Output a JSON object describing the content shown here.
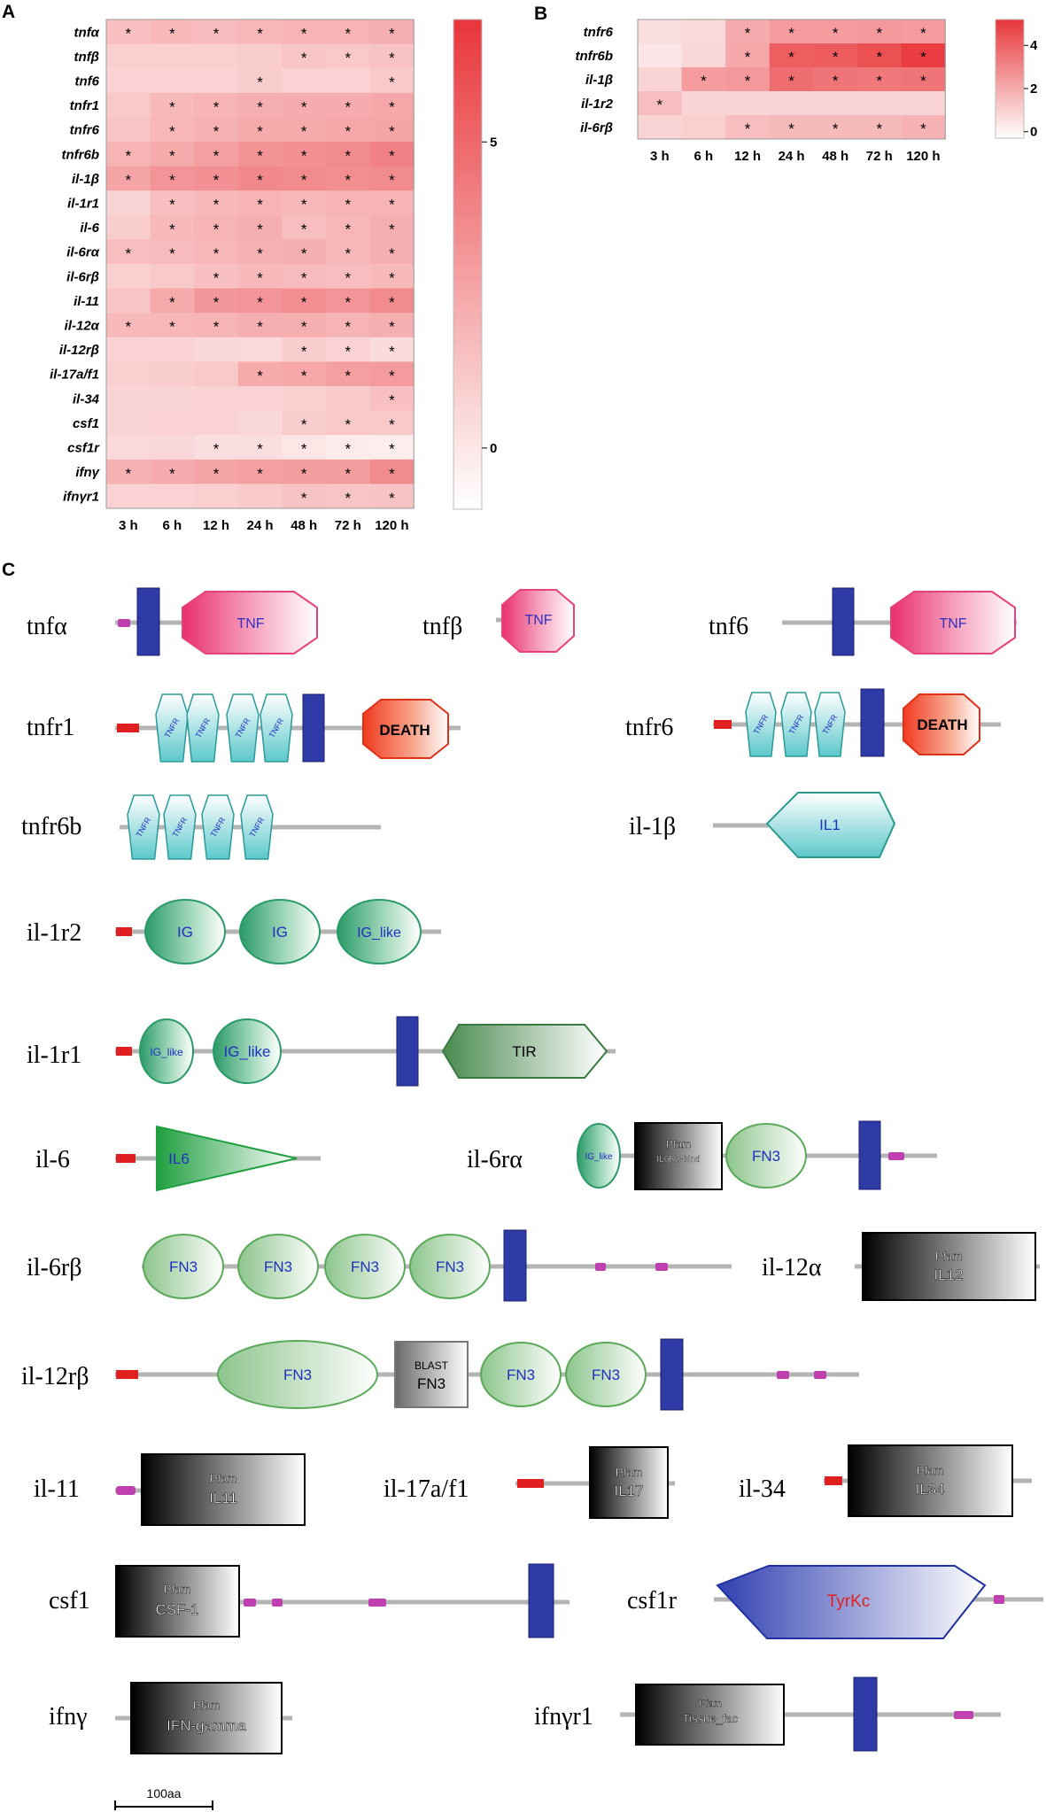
{
  "panels": {
    "a": "A",
    "b": "B",
    "c": "C"
  },
  "timepoints": [
    "3 h",
    "6 h",
    "12 h",
    "24 h",
    "48 h",
    "72 h",
    "120 h"
  ],
  "heatmap_a": {
    "genes": [
      "tnfα",
      "tnfβ",
      "tnf6",
      "tnfr1",
      "tnfr6",
      "tnfr6b",
      "il-1β",
      "il-1r1",
      "il-6",
      "il-6rα",
      "il-6rβ",
      "il-11",
      "il-12α",
      "il-12rβ",
      "il-17a/f1",
      "il-34",
      "csf1",
      "csf1r",
      "ifnγ",
      "ifnγr1"
    ],
    "values": [
      [
        1.5,
        1.8,
        1.7,
        1.9,
        2.0,
        2.0,
        2.2
      ],
      [
        0.9,
        0.9,
        0.9,
        1.0,
        1.3,
        1.2,
        1.4
      ],
      [
        0.8,
        0.8,
        0.8,
        1.0,
        0.8,
        0.8,
        1.1
      ],
      [
        1.2,
        1.8,
        2.0,
        2.2,
        2.3,
        2.3,
        2.5
      ],
      [
        1.3,
        1.9,
        2.1,
        2.4,
        2.4,
        2.5,
        2.6
      ],
      [
        2.0,
        2.4,
        2.8,
        3.3,
        3.4,
        3.6,
        4.0
      ],
      [
        2.6,
        3.2,
        3.4,
        3.7,
        3.6,
        3.5,
        3.6
      ],
      [
        0.7,
        1.5,
        1.8,
        2.0,
        1.8,
        2.0,
        2.0
      ],
      [
        1.0,
        1.8,
        2.0,
        2.2,
        1.6,
        1.9,
        2.2
      ],
      [
        1.6,
        1.7,
        1.9,
        2.1,
        2.2,
        1.9,
        2.2
      ],
      [
        0.9,
        1.2,
        1.5,
        1.8,
        1.7,
        1.6,
        1.8
      ],
      [
        1.3,
        2.4,
        3.1,
        3.2,
        3.5,
        3.2,
        3.6
      ],
      [
        1.8,
        1.9,
        2.0,
        2.2,
        2.2,
        2.0,
        2.2
      ],
      [
        0.8,
        0.8,
        0.6,
        0.5,
        1.0,
        0.8,
        0.4
      ],
      [
        0.9,
        1.0,
        1.2,
        2.4,
        2.5,
        2.8,
        3.0
      ],
      [
        0.7,
        0.7,
        0.8,
        0.8,
        0.9,
        1.1,
        1.5
      ],
      [
        0.7,
        0.8,
        0.8,
        0.6,
        1.0,
        1.2,
        1.2
      ],
      [
        0.5,
        0.6,
        0.3,
        0.3,
        0.0,
        -0.2,
        -0.3
      ],
      [
        2.1,
        2.3,
        2.6,
        2.8,
        2.9,
        2.9,
        3.6
      ],
      [
        0.8,
        0.8,
        0.9,
        1.1,
        1.4,
        1.3,
        1.4
      ]
    ],
    "significant": [
      [
        1,
        1,
        1,
        1,
        1,
        1,
        1
      ],
      [
        0,
        0,
        0,
        0,
        1,
        1,
        1
      ],
      [
        0,
        0,
        0,
        1,
        0,
        0,
        1
      ],
      [
        0,
        1,
        1,
        1,
        1,
        1,
        1
      ],
      [
        0,
        1,
        1,
        1,
        1,
        1,
        1
      ],
      [
        1,
        1,
        1,
        1,
        1,
        1,
        1
      ],
      [
        1,
        1,
        1,
        1,
        1,
        1,
        1
      ],
      [
        0,
        1,
        1,
        1,
        1,
        1,
        1
      ],
      [
        0,
        1,
        1,
        1,
        1,
        1,
        1
      ],
      [
        1,
        1,
        1,
        1,
        1,
        1,
        1
      ],
      [
        0,
        0,
        1,
        1,
        1,
        1,
        1
      ],
      [
        0,
        1,
        1,
        1,
        1,
        1,
        1
      ],
      [
        1,
        1,
        1,
        1,
        1,
        1,
        1
      ],
      [
        0,
        0,
        0,
        0,
        1,
        1,
        1
      ],
      [
        0,
        0,
        0,
        1,
        1,
        1,
        1
      ],
      [
        0,
        0,
        0,
        0,
        0,
        0,
        1
      ],
      [
        0,
        0,
        0,
        0,
        1,
        1,
        1
      ],
      [
        0,
        0,
        1,
        1,
        1,
        1,
        1
      ],
      [
        1,
        1,
        1,
        1,
        1,
        1,
        1
      ],
      [
        0,
        0,
        0,
        0,
        1,
        1,
        1
      ]
    ],
    "colorbar_ticks": [
      "5",
      "0"
    ],
    "range": [
      -1,
      7
    ]
  },
  "heatmap_b": {
    "genes": [
      "tnfr6",
      "tnfr6b",
      "il-1β",
      "il-1r2",
      "il-6rβ"
    ],
    "values": [
      [
        0.6,
        0.7,
        2.0,
        2.4,
        2.4,
        2.5,
        2.4
      ],
      [
        0.4,
        0.8,
        2.1,
        4.1,
        4.2,
        4.5,
        5.0
      ],
      [
        0.9,
        2.4,
        2.5,
        3.7,
        3.5,
        3.4,
        3.5
      ],
      [
        1.5,
        0.9,
        0.9,
        0.9,
        0.9,
        0.9,
        0.9
      ],
      [
        0.9,
        1.0,
        1.5,
        1.6,
        1.6,
        1.6,
        1.8
      ]
    ],
    "significant": [
      [
        0,
        0,
        1,
        1,
        1,
        1,
        1
      ],
      [
        0,
        0,
        1,
        1,
        1,
        1,
        1
      ],
      [
        0,
        1,
        1,
        1,
        1,
        1,
        1
      ],
      [
        1,
        0,
        0,
        0,
        0,
        0,
        0
      ],
      [
        0,
        0,
        1,
        1,
        1,
        1,
        1
      ]
    ],
    "colorbar_ticks": [
      "4",
      "2",
      "0"
    ],
    "range": [
      -0.3,
      5.2
    ]
  },
  "star": "*",
  "domain_labels": {
    "tnf": "TNF",
    "tnfr": "TNFR",
    "death": "DEATH",
    "il1": "IL1",
    "ig": "IG",
    "ig_like": "IG_like",
    "tir": "TIR",
    "il6": "IL6",
    "fn3": "FN3",
    "pfam": "Pfam",
    "il6ra_bind": "IL6Ra-bind",
    "blast": "BLAST",
    "il12": "IL12",
    "il11": "IL11",
    "il17": "IL17",
    "il34": "IL34",
    "csf1": "CSF-1",
    "tyrkc": "TyrKc",
    "ifn_gamma": "IFN-gamma",
    "tissue_fac": "Tissue_fac"
  },
  "protein_names": {
    "tnfa": "tnfα",
    "tnfb": "tnfβ",
    "tnf6": "tnf6",
    "tnfr1": "tnfr1",
    "tnfr6": "tnfr6",
    "tnfr6b": "tnfr6b",
    "il1b": "il-1β",
    "il1r2": "il-1r2",
    "il1r1": "il-1r1",
    "il6": "il-6",
    "il6ra": "il-6rα",
    "il6rb": "il-6rβ",
    "il12a": "il-12α",
    "il12rb": "il-12rβ",
    "il11": "il-11",
    "il17": "il-17a/f1",
    "il34": "il-34",
    "csf1": "csf1",
    "csf1r": "csf1r",
    "ifng": "ifnγ",
    "ifngr1": "ifnγr1"
  },
  "scale_bar": "100aa",
  "colors": {
    "heat_max": "#e8363a",
    "heat_min": "#ffffff",
    "transmembrane": "#2e3aa6",
    "signal": "#e02020",
    "low_complexity": "#c040b0",
    "backbone": "#b4b4b4",
    "tnf_pink": "#e8407a",
    "tnfr_teal": "#5cc8cc",
    "death_red": "#f04028",
    "ig_green": "#2e9a6a",
    "tyrkc_blue": "#3848b8"
  }
}
